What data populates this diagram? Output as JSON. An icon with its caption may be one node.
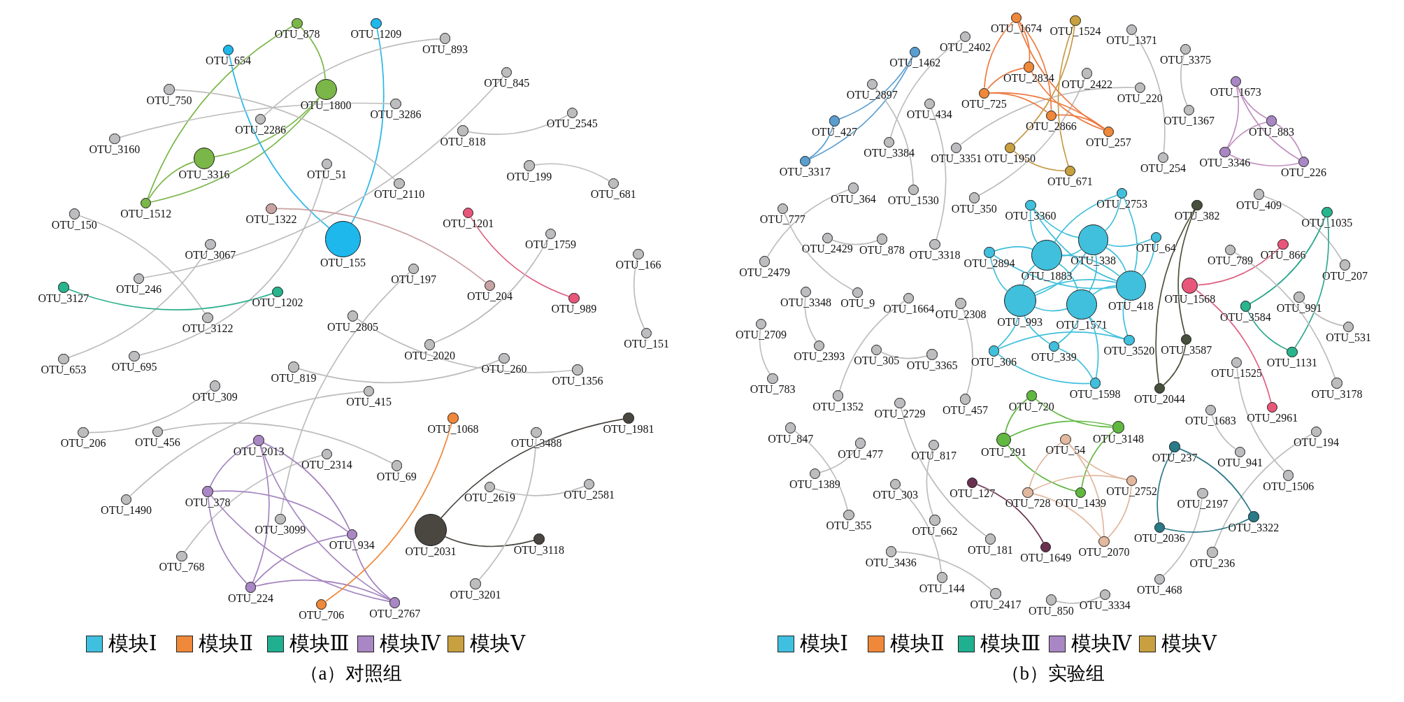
{
  "diagram": {
    "nodes": [
      {
        "text": [
          "（a）对照组"
        ]
      },
      {
        "text": [
          "OTU_878"
        ],
        "in": 0
      },
      {
        "text": [
          "OTU_1209"
        ],
        "in": 0
      },
      {
        "text": [
          "OTU_893"
        ],
        "in": 0
      },
      {
        "text": [
          "OTU_654"
        ],
        "in": 0
      },
      {
        "text": [
          "OTU_845"
        ],
        "in": 0
      },
      {
        "text": [
          "OTU_750"
        ],
        "in": 0
      },
      {
        "text": [
          "OTU_1800"
        ],
        "in": 0
      },
      {
        "text": [
          "OTU_3286"
        ],
        "in": 0
      },
      {
        "text": [
          "OTU_2286"
        ],
        "in": 0
      },
      {
        "text": [
          "OTU_3160"
        ],
        "in": 0
      },
      {
        "text": [
          "OTU_818"
        ],
        "in": 0
      },
      {
        "text": [
          "OTU_2545"
        ],
        "in": 0
      },
      {
        "text": [
          "OTU_3316"
        ],
        "in": 0
      },
      {
        "text": [
          "OTU_51"
        ],
        "in": 0
      },
      {
        "text": [
          "OTU_199"
        ],
        "in": 0
      },
      {
        "text": [
          "OTU_2110"
        ],
        "in": 0
      },
      {
        "text": [
          "OTU_681"
        ],
        "in": 0
      },
      {
        "text": [
          "OTU_1512"
        ],
        "in": 0
      },
      {
        "text": [
          "OTU_150"
        ],
        "in": 0
      },
      {
        "text": [
          "OTU_1322"
        ],
        "in": 0
      },
      {
        "text": [
          "OTU_1201"
        ],
        "in": 0
      },
      {
        "text": [
          "OTU_155"
        ],
        "in": 0
      },
      {
        "text": [
          "OTU_1759"
        ],
        "in": 0
      },
      {
        "text": [
          "OTU_3067"
        ],
        "in": 0
      },
      {
        "text": [
          "OTU_166"
        ],
        "in": 0
      },
      {
        "text": [
          "OTU_197"
        ],
        "in": 0
      },
      {
        "text": [
          "OTU_204"
        ],
        "in": 0
      },
      {
        "text": [
          "OTU_989"
        ],
        "in": 0
      },
      {
        "text": [
          "OTU_246"
        ],
        "in": 0
      },
      {
        "text": [
          "OTU_3127"
        ],
        "in": 0
      },
      {
        "text": [
          "OTU_1202"
        ],
        "in": 0
      },
      {
        "text": [
          "OTU_3122"
        ],
        "in": 0
      },
      {
        "text": [
          "OTU_2805"
        ],
        "in": 0
      },
      {
        "text": [
          "OTU_151"
        ],
        "in": 0
      },
      {
        "text": [
          "OTU_653"
        ],
        "in": 0
      },
      {
        "text": [
          "OTU_695"
        ],
        "in": 0
      },
      {
        "text": [
          "OTU_2020"
        ],
        "in": 0
      },
      {
        "text": [
          "OTU_819"
        ],
        "in": 0
      },
      {
        "text": [
          "OTU_260"
        ],
        "in": 0
      },
      {
        "text": [
          "OTU_1356"
        ],
        "in": 0
      },
      {
        "text": [
          "OTU_309"
        ],
        "in": 0
      },
      {
        "text": [
          "OTU_415"
        ],
        "in": 0
      },
      {
        "text": [
          "OTU_206"
        ],
        "in": 0
      },
      {
        "text": [
          "OTU_456"
        ],
        "in": 0
      },
      {
        "text": [
          "OTU_1068"
        ],
        "in": 0
      },
      {
        "text": [
          "OTU_1981"
        ],
        "in": 0
      },
      {
        "text": [
          "OTU_3488"
        ],
        "in": 0
      },
      {
        "text": [
          "OTU_2013"
        ],
        "in": 0
      },
      {
        "text": [
          "OTU_2314"
        ],
        "in": 0
      },
      {
        "text": [
          "OTU_69"
        ],
        "in": 0
      },
      {
        "text": [
          "OTU_378"
        ],
        "in": 0
      },
      {
        "text": [
          "OTU_2619"
        ],
        "in": 0
      },
      {
        "text": [
          "OTU_2581"
        ],
        "in": 0
      },
      {
        "text": [
          "OTU_1490"
        ],
        "in": 0
      },
      {
        "text": [
          "OTU_3099"
        ],
        "in": 0
      },
      {
        "text": [
          "OTU_934"
        ],
        "in": 0
      },
      {
        "text": [
          "OTU_2031"
        ],
        "in": 0
      },
      {
        "text": [
          "OTU_3118"
        ],
        "in": 0
      },
      {
        "text": [
          "OTU_768"
        ],
        "in": 0
      },
      {
        "text": [
          "OTU_224"
        ],
        "in": 0
      },
      {
        "text": [
          "OTU_3201"
        ],
        "in": 0
      },
      {
        "text": [
          "OTU_706"
        ],
        "in": 0
      },
      {
        "text": [
          "OTU_2767"
        ],
        "in": 0
      },
      {
        "text": [
          "（b）实验组"
        ]
      },
      {
        "text": [
          "OTU_1674"
        ],
        "in": 64
      },
      {
        "text": [
          "OTU_1524"
        ],
        "in": 64
      },
      {
        "text": [
          "OTU_1371"
        ],
        "in": 64
      },
      {
        "text": [
          "OTU_2402"
        ],
        "in": 64
      },
      {
        "text": [
          "OTU_1462"
        ],
        "in": 64
      },
      {
        "text": [
          "OTU_3375"
        ],
        "in": 64
      },
      {
        "text": [
          "OTU_2834"
        ],
        "in": 64
      },
      {
        "text": [
          "OTU_2897"
        ],
        "in": 64
      },
      {
        "text": [
          "OTU_2422"
        ],
        "in": 64
      },
      {
        "text": [
          "OTU_725"
        ],
        "in": 64
      },
      {
        "text": [
          "OTU_220"
        ],
        "in": 64
      },
      {
        "text": [
          "OTU_434"
        ],
        "in": 64
      },
      {
        "text": [
          "OTU_1673"
        ],
        "in": 64
      },
      {
        "text": [
          "OTU_2866"
        ],
        "in": 64
      },
      {
        "text": [
          "OTU_1367"
        ],
        "in": 64
      },
      {
        "text": [
          "OTU_883"
        ],
        "in": 64
      },
      {
        "text": [
          "OTU_427"
        ],
        "in": 64
      },
      {
        "text": [
          "OTU_257"
        ],
        "in": 64
      },
      {
        "text": [
          "OTU_3384"
        ],
        "in": 64
      },
      {
        "text": [
          "OTU_3351"
        ],
        "in": 64
      },
      {
        "text": [
          "OTU_1950"
        ],
        "in": 64
      },
      {
        "text": [
          "OTU_254"
        ],
        "in": 64
      },
      {
        "text": [
          "OTU_3346"
        ],
        "in": 64
      },
      {
        "text": [
          "OTU_226"
        ],
        "in": 64
      },
      {
        "text": [
          "OTU_3317"
        ],
        "in": 64
      },
      {
        "text": [
          "OTU_671"
        ],
        "in": 64
      },
      {
        "text": [
          "OTU_364"
        ],
        "in": 64
      },
      {
        "text": [
          "OTU_1530"
        ],
        "in": 64
      },
      {
        "text": [
          "OTU_350"
        ],
        "in": 64
      },
      {
        "text": [
          "OTU_3360"
        ],
        "in": 64
      },
      {
        "text": [
          "OTU_2753"
        ],
        "in": 64
      },
      {
        "text": [
          "OTU_382"
        ],
        "in": 64
      },
      {
        "text": [
          "OTU_409"
        ],
        "in": 64
      },
      {
        "text": [
          "OTU_1035"
        ],
        "in": 64
      },
      {
        "text": [
          "OTU_777"
        ],
        "in": 64
      },
      {
        "text": [
          "OTU_338"
        ],
        "in": 64
      },
      {
        "text": [
          "OTU_64"
        ],
        "in": 64
      },
      {
        "text": [
          "OTU_2429"
        ],
        "in": 64
      },
      {
        "text": [
          "OTU_878"
        ],
        "in": 64
      },
      {
        "text": [
          "OTU_3318"
        ],
        "in": 64
      },
      {
        "text": [
          "OTU_2894"
        ],
        "in": 64
      },
      {
        "text": [
          "OTU_1883"
        ],
        "in": 64
      },
      {
        "text": [
          "OTU_789"
        ],
        "in": 64
      },
      {
        "text": [
          "OTU_866"
        ],
        "in": 64
      },
      {
        "text": [
          "OTU_207"
        ],
        "in": 64
      },
      {
        "text": [
          "OTU_418"
        ],
        "in": 64
      },
      {
        "text": [
          "OTU_1568"
        ],
        "in": 64
      },
      {
        "text": [
          "OTU_2479"
        ],
        "in": 64
      },
      {
        "text": [
          "OTU_993"
        ],
        "in": 64
      },
      {
        "text": [
          "OTU_1571"
        ],
        "in": 64
      },
      {
        "text": [
          "OTU_3348"
        ],
        "in": 64
      },
      {
        "text": [
          "OTU_9"
        ],
        "in": 64
      },
      {
        "text": [
          "OTU_1664"
        ],
        "in": 64
      },
      {
        "text": [
          "OTU_2308"
        ],
        "in": 64
      },
      {
        "text": [
          "OTU_3584"
        ],
        "in": 64
      },
      {
        "text": [
          "OTU_991"
        ],
        "in": 64
      },
      {
        "text": [
          "OTU_531"
        ],
        "in": 64
      },
      {
        "text": [
          "OTU_2709"
        ],
        "in": 64
      },
      {
        "text": [
          "OTU_3587"
        ],
        "in": 64
      },
      {
        "text": [
          "OTU_2393"
        ],
        "in": 64
      },
      {
        "text": [
          "OTU_305"
        ],
        "in": 64
      },
      {
        "text": [
          "OTU_3365"
        ],
        "in": 64
      },
      {
        "text": [
          "OTU_306"
        ],
        "in": 64
      },
      {
        "text": [
          "OTU_339"
        ],
        "in": 64
      },
      {
        "text": [
          "OTU_3520"
        ],
        "in": 64
      },
      {
        "text": [
          "OTU_1131"
        ],
        "in": 64
      },
      {
        "text": [
          "OTU_1525"
        ],
        "in": 64
      },
      {
        "text": [
          "OTU_3178"
        ],
        "in": 64
      },
      {
        "text": [
          "OTU_783"
        ],
        "in": 64
      },
      {
        "text": [
          "OTU_1598"
        ],
        "in": 64
      },
      {
        "text": [
          "OTU_2044"
        ],
        "in": 64
      },
      {
        "text": [
          "OTU_1352"
        ],
        "in": 64
      },
      {
        "text": [
          "OTU_2729"
        ],
        "in": 64
      },
      {
        "text": [
          "OTU_457"
        ],
        "in": 64
      },
      {
        "text": [
          "OTU_720"
        ],
        "in": 64
      },
      {
        "text": [
          "OTU_2961"
        ],
        "in": 64
      },
      {
        "text": [
          "OTU_1683"
        ],
        "in": 64
      },
      {
        "text": [
          "OTU_194"
        ],
        "in": 64
      },
      {
        "text": [
          "OTU_847"
        ],
        "in": 64
      },
      {
        "text": [
          "OTU_477"
        ],
        "in": 64
      },
      {
        "text": [
          "OTU_817"
        ],
        "in": 64
      },
      {
        "text": [
          "OTU_291"
        ],
        "in": 64
      },
      {
        "text": [
          "OTU_54"
        ],
        "in": 64
      },
      {
        "text": [
          "OTU_3148"
        ],
        "in": 64
      },
      {
        "text": [
          "OTU_237"
        ],
        "in": 64
      },
      {
        "text": [
          "OTU_941"
        ],
        "in": 64
      },
      {
        "text": [
          "OTU_1389"
        ],
        "in": 64
      },
      {
        "text": [
          "OTU_303"
        ],
        "in": 64
      },
      {
        "text": [
          "OTU_127"
        ],
        "in": 64
      },
      {
        "text": [
          "OTU_728"
        ],
        "in": 64
      },
      {
        "text": [
          "OTU_1439"
        ],
        "in": 64
      },
      {
        "text": [
          "OTU_2752"
        ],
        "in": 64
      },
      {
        "text": [
          "OTU_2197"
        ],
        "in": 64
      },
      {
        "text": [
          "OTU_1506"
        ],
        "in": 64
      },
      {
        "text": [
          "OTU_355"
        ],
        "in": 64
      },
      {
        "text": [
          "OTU_662"
        ],
        "in": 64
      },
      {
        "text": [
          "OTU_181"
        ],
        "in": 64
      },
      {
        "text": [
          "OTU_2036"
        ],
        "in": 64
      },
      {
        "text": [
          "OTU_3322"
        ],
        "in": 64
      },
      {
        "text": [
          "OTU_236"
        ],
        "in": 64
      },
      {
        "text": [
          "OTU_1649"
        ],
        "in": 64
      },
      {
        "text": [
          "OTU_2070"
        ],
        "in": 64
      },
      {
        "text": [
          "OTU_3436"
        ],
        "in": 64
      },
      {
        "text": [
          "OTU_144"
        ],
        "in": 64
      },
      {
        "text": [
          "OTU_468"
        ],
        "in": 64
      },
      {
        "text": [
          "OTU_2417"
        ],
        "in": 64
      },
      {
        "text": [
          "OTU_850"
        ],
        "in": 64
      },
      {
        "text": [
          "OTU_3334"
        ],
        "in": 64
      }
    ],
    "edges": [
      {
        "from": 1,
        "to": 7,
        "arrow": "none",
        "color": "#7ab648"
      },
      {
        "from": 1,
        "to": 18,
        "arrow": "none",
        "color": "#7ab648"
      },
      {
        "from": 7,
        "to": 13,
        "arrow": "none",
        "color": "#7ab648"
      },
      {
        "from": 7,
        "to": 18,
        "arrow": "none",
        "color": "#7ab648"
      },
      {
        "from": 13,
        "to": 18,
        "arrow": "none",
        "color": "#7ab648"
      },
      {
        "from": 4,
        "to": 22,
        "arrow": "none",
        "color": "#29b6e8"
      },
      {
        "from": 2,
        "to": 22,
        "arrow": "none",
        "color": "#29b6e8"
      },
      {
        "from": 9,
        "to": 3,
        "arrow": "none"
      },
      {
        "from": 10,
        "to": 8,
        "arrow": "none"
      },
      {
        "from": 6,
        "to": 16,
        "arrow": "none"
      },
      {
        "from": 5,
        "to": 29,
        "arrow": "none"
      },
      {
        "from": 11,
        "to": 12,
        "arrow": "none"
      },
      {
        "from": 15,
        "to": 17,
        "arrow": "none"
      },
      {
        "from": 14,
        "to": 36,
        "arrow": "none"
      },
      {
        "from": 19,
        "to": 32,
        "arrow": "none"
      },
      {
        "from": 24,
        "to": 35,
        "arrow": "none"
      },
      {
        "from": 30,
        "to": 31,
        "arrow": "none",
        "color": "#30b090"
      },
      {
        "from": 20,
        "to": 27,
        "arrow": "none",
        "color": "#c9a0a0"
      },
      {
        "from": 21,
        "to": 28,
        "arrow": "none",
        "color": "#e06080"
      },
      {
        "from": 23,
        "to": 37,
        "arrow": "none"
      },
      {
        "from": 25,
        "to": 34,
        "arrow": "none"
      },
      {
        "from": 26,
        "to": 55,
        "arrow": "none"
      },
      {
        "from": 33,
        "to": 40,
        "arrow": "none"
      },
      {
        "from": 38,
        "to": 39,
        "arrow": "none"
      },
      {
        "from": 41,
        "to": 43,
        "arrow": "none"
      },
      {
        "from": 42,
        "to": 54,
        "arrow": "none"
      },
      {
        "from": 44,
        "to": 50,
        "arrow": "none"
      },
      {
        "from": 59,
        "to": 49,
        "arrow": "none"
      },
      {
        "from": 48,
        "to": 51,
        "arrow": "none",
        "color": "#a585c0"
      },
      {
        "from": 48,
        "to": 60,
        "arrow": "none",
        "color": "#a585c0"
      },
      {
        "from": 48,
        "to": 56,
        "arrow": "none",
        "color": "#a585c0"
      },
      {
        "from": 48,
        "to": 63,
        "arrow": "none",
        "color": "#a585c0"
      },
      {
        "from": 51,
        "to": 56,
        "arrow": "none",
        "color": "#a585c0"
      },
      {
        "from": 51,
        "to": 60,
        "arrow": "none",
        "color": "#a585c0"
      },
      {
        "from": 51,
        "to": 63,
        "arrow": "none",
        "color": "#a585c0"
      },
      {
        "from": 60,
        "to": 56,
        "arrow": "none",
        "color": "#a585c0"
      },
      {
        "from": 60,
        "to": 63,
        "arrow": "none",
        "color": "#a585c0"
      },
      {
        "from": 56,
        "to": 63,
        "arrow": "none",
        "color": "#a585c0"
      },
      {
        "from": 45,
        "to": 62,
        "arrow": "none",
        "color": "#f0883a"
      },
      {
        "from": 46,
        "to": 57,
        "arrow": "none",
        "color": "#4a4640"
      },
      {
        "from": 57,
        "to": 58,
        "arrow": "none",
        "color": "#4a4640"
      },
      {
        "from": 47,
        "to": 61,
        "arrow": "none"
      },
      {
        "from": 52,
        "to": 53,
        "arrow": "none"
      },
      {
        "from": 69,
        "to": 81,
        "arrow": "none",
        "color": "#5a9ed0"
      },
      {
        "from": 69,
        "to": 89,
        "arrow": "none",
        "color": "#5a9ed0"
      },
      {
        "from": 81,
        "to": 89,
        "arrow": "none",
        "color": "#5a9ed0"
      },
      {
        "from": 68,
        "to": 83,
        "arrow": "none"
      },
      {
        "from": 72,
        "to": 92,
        "arrow": "none"
      },
      {
        "from": 76,
        "to": 104,
        "arrow": "none"
      },
      {
        "from": 84,
        "to": 75,
        "arrow": "none"
      },
      {
        "from": 93,
        "to": 73,
        "arrow": "none"
      },
      {
        "from": 67,
        "to": 86,
        "arrow": "none"
      },
      {
        "from": 70,
        "to": 79,
        "arrow": "none"
      },
      {
        "from": 65,
        "to": 74,
        "arrow": "none",
        "color": "#ee7a40"
      },
      {
        "from": 65,
        "to": 71,
        "arrow": "none",
        "color": "#ee7a40"
      },
      {
        "from": 65,
        "to": 78,
        "arrow": "none",
        "color": "#ee7a40"
      },
      {
        "from": 65,
        "to": 82,
        "arrow": "none",
        "color": "#ee7a40"
      },
      {
        "from": 71,
        "to": 74,
        "arrow": "none",
        "color": "#ee7a40"
      },
      {
        "from": 71,
        "to": 82,
        "arrow": "none",
        "color": "#ee7a40"
      },
      {
        "from": 74,
        "to": 78,
        "arrow": "none",
        "color": "#ee7a40"
      },
      {
        "from": 74,
        "to": 82,
        "arrow": "none",
        "color": "#ee7a40"
      },
      {
        "from": 78,
        "to": 82,
        "arrow": "none",
        "color": "#ee7a40"
      },
      {
        "from": 66,
        "to": 85,
        "arrow": "none",
        "color": "#c89a48"
      },
      {
        "from": 66,
        "to": 90,
        "arrow": "none",
        "color": "#c89a48"
      },
      {
        "from": 85,
        "to": 90,
        "arrow": "none",
        "color": "#c89a48"
      },
      {
        "from": 77,
        "to": 80,
        "arrow": "none",
        "color": "#c090c0"
      },
      {
        "from": 77,
        "to": 87,
        "arrow": "none",
        "color": "#c090c0"
      },
      {
        "from": 77,
        "to": 88,
        "arrow": "none",
        "color": "#c090c0"
      },
      {
        "from": 80,
        "to": 87,
        "arrow": "none",
        "color": "#c090c0"
      },
      {
        "from": 80,
        "to": 88,
        "arrow": "none",
        "color": "#c090c0"
      },
      {
        "from": 87,
        "to": 88,
        "arrow": "none",
        "color": "#c090c0"
      },
      {
        "from": 91,
        "to": 112,
        "arrow": "none"
      },
      {
        "from": 99,
        "to": 116,
        "arrow": "none"
      },
      {
        "from": 102,
        "to": 103,
        "arrow": "none"
      },
      {
        "from": 115,
        "to": 124,
        "arrow": "none"
      },
      {
        "from": 122,
        "to": 133,
        "arrow": "none"
      },
      {
        "from": 117,
        "to": 136,
        "arrow": "none"
      },
      {
        "from": 125,
        "to": 126,
        "arrow": "none"
      },
      {
        "from": 118,
        "to": 138,
        "arrow": "none"
      },
      {
        "from": 100,
        "to": 106,
        "arrow": "none",
        "color": "#40c0dc"
      },
      {
        "from": 100,
        "to": 110,
        "arrow": "none",
        "color": "#40c0dc"
      },
      {
        "from": 100,
        "to": 113,
        "arrow": "none",
        "color": "#40c0dc"
      },
      {
        "from": 100,
        "to": 114,
        "arrow": "none",
        "color": "#40c0dc"
      },
      {
        "from": 100,
        "to": 94,
        "arrow": "none",
        "color": "#40c0dc"
      },
      {
        "from": 100,
        "to": 95,
        "arrow": "none",
        "color": "#40c0dc"
      },
      {
        "from": 100,
        "to": 101,
        "arrow": "none",
        "color": "#40c0dc"
      },
      {
        "from": 106,
        "to": 110,
        "arrow": "none",
        "color": "#40c0dc"
      },
      {
        "from": 106,
        "to": 113,
        "arrow": "none",
        "color": "#40c0dc"
      },
      {
        "from": 106,
        "to": 114,
        "arrow": "none",
        "color": "#40c0dc"
      },
      {
        "from": 106,
        "to": 105,
        "arrow": "none",
        "color": "#40c0dc"
      },
      {
        "from": 106,
        "to": 94,
        "arrow": "none",
        "color": "#40c0dc"
      },
      {
        "from": 113,
        "to": 114,
        "arrow": "none",
        "color": "#40c0dc"
      },
      {
        "from": 113,
        "to": 110,
        "arrow": "none",
        "color": "#40c0dc"
      },
      {
        "from": 113,
        "to": 127,
        "arrow": "none",
        "color": "#40c0dc"
      },
      {
        "from": 113,
        "to": 128,
        "arrow": "none",
        "color": "#40c0dc"
      },
      {
        "from": 113,
        "to": 105,
        "arrow": "none",
        "color": "#40c0dc"
      },
      {
        "from": 114,
        "to": 110,
        "arrow": "none",
        "color": "#40c0dc"
      },
      {
        "from": 114,
        "to": 128,
        "arrow": "none",
        "color": "#40c0dc"
      },
      {
        "from": 114,
        "to": 134,
        "arrow": "none",
        "color": "#40c0dc"
      },
      {
        "from": 114,
        "to": 129,
        "arrow": "none",
        "color": "#40c0dc"
      },
      {
        "from": 110,
        "to": 101,
        "arrow": "none",
        "color": "#40c0dc"
      },
      {
        "from": 110,
        "to": 129,
        "arrow": "none",
        "color": "#40c0dc"
      },
      {
        "from": 110,
        "to": 95,
        "arrow": "none",
        "color": "#40c0dc"
      },
      {
        "from": 127,
        "to": 134,
        "arrow": "none",
        "color": "#40c0dc"
      },
      {
        "from": 127,
        "to": 129,
        "arrow": "none",
        "color": "#40c0dc"
      },
      {
        "from": 128,
        "to": 134,
        "arrow": "none",
        "color": "#40c0dc"
      },
      {
        "from": 95,
        "to": 106,
        "arrow": "none",
        "color": "#40c0dc"
      },
      {
        "from": 94,
        "to": 110,
        "arrow": "none",
        "color": "#40c0dc"
      },
      {
        "from": 105,
        "to": 110,
        "arrow": "none",
        "color": "#40c0dc"
      },
      {
        "from": 96,
        "to": 135,
        "arrow": "none",
        "color": "#4a5238"
      },
      {
        "from": 96,
        "to": 123,
        "arrow": "none",
        "color": "#4a5238"
      },
      {
        "from": 123,
        "to": 135,
        "arrow": "none",
        "color": "#4a5238"
      },
      {
        "from": 97,
        "to": 109,
        "arrow": "none"
      },
      {
        "from": 111,
        "to": 108,
        "arrow": "none",
        "color": "#e06080"
      },
      {
        "from": 111,
        "to": 140,
        "arrow": "none",
        "color": "#e06080"
      },
      {
        "from": 98,
        "to": 119,
        "arrow": "none",
        "color": "#30a890"
      },
      {
        "from": 98,
        "to": 130,
        "arrow": "none",
        "color": "#30a890"
      },
      {
        "from": 119,
        "to": 130,
        "arrow": "none",
        "color": "#30a890"
      },
      {
        "from": 107,
        "to": 132,
        "arrow": "none"
      },
      {
        "from": 120,
        "to": 121,
        "arrow": "none"
      },
      {
        "from": 131,
        "to": 158,
        "arrow": "none"
      },
      {
        "from": 141,
        "to": 150,
        "arrow": "none"
      },
      {
        "from": 142,
        "to": 164,
        "arrow": "none"
      },
      {
        "from": 157,
        "to": 169,
        "arrow": "none"
      },
      {
        "from": 149,
        "to": 162,
        "arrow": "none",
        "color": "#2a7888"
      },
      {
        "from": 149,
        "to": 163,
        "arrow": "none",
        "color": "#2a7888"
      },
      {
        "from": 162,
        "to": 163,
        "arrow": "none",
        "color": "#2a7888"
      },
      {
        "from": 139,
        "to": 146,
        "arrow": "none",
        "color": "#60b840"
      },
      {
        "from": 139,
        "to": 148,
        "arrow": "none",
        "color": "#60b840"
      },
      {
        "from": 146,
        "to": 148,
        "arrow": "none",
        "color": "#60b840"
      },
      {
        "from": 146,
        "to": 155,
        "arrow": "none",
        "color": "#60b840"
      },
      {
        "from": 148,
        "to": 155,
        "arrow": "none",
        "color": "#60b840"
      },
      {
        "from": 147,
        "to": 154,
        "arrow": "none",
        "color": "#e0b8a0"
      },
      {
        "from": 147,
        "to": 166,
        "arrow": "none",
        "color": "#e0b8a0"
      },
      {
        "from": 147,
        "to": 156,
        "arrow": "none",
        "color": "#e0b8a0"
      },
      {
        "from": 154,
        "to": 156,
        "arrow": "none",
        "color": "#e0b8a0"
      },
      {
        "from": 154,
        "to": 166,
        "arrow": "none",
        "color": "#e0b8a0"
      },
      {
        "from": 156,
        "to": 166,
        "arrow": "none",
        "color": "#e0b8a0"
      },
      {
        "from": 153,
        "to": 165,
        "arrow": "none",
        "color": "#6a3050"
      },
      {
        "from": 137,
        "to": 161,
        "arrow": "none"
      },
      {
        "from": 145,
        "to": 160,
        "arrow": "none"
      },
      {
        "from": 143,
        "to": 159,
        "arrow": "none"
      },
      {
        "from": 151,
        "to": 144,
        "arrow": "none"
      },
      {
        "from": 152,
        "to": 168,
        "arrow": "none"
      },
      {
        "from": 167,
        "to": 170,
        "arrow": "none"
      },
      {
        "from": 171,
        "to": 172,
        "arrow": "none"
      }
    ],
    "legend": [
      {
        "text": "模块Ⅰ",
        "color": "#40c0e0"
      },
      {
        "text": "模块Ⅱ",
        "color": "#f0883a"
      },
      {
        "text": "模块Ⅲ",
        "color": "#20b090"
      },
      {
        "text": "模块Ⅳ",
        "color": "#a987c4"
      },
      {
        "text": "模块Ⅴ",
        "color": "#c8a040"
      },
      {
        "text": "模块Ⅰ",
        "color": "#40c0e0"
      },
      {
        "text": "模块Ⅱ",
        "color": "#f0883a"
      },
      {
        "text": "模块Ⅲ",
        "color": "#20b090"
      },
      {
        "text": "模块Ⅳ",
        "color": "#a987c4"
      },
      {
        "text": "模块Ⅴ",
        "color": "#c8a040"
      }
    ]
  }
}
